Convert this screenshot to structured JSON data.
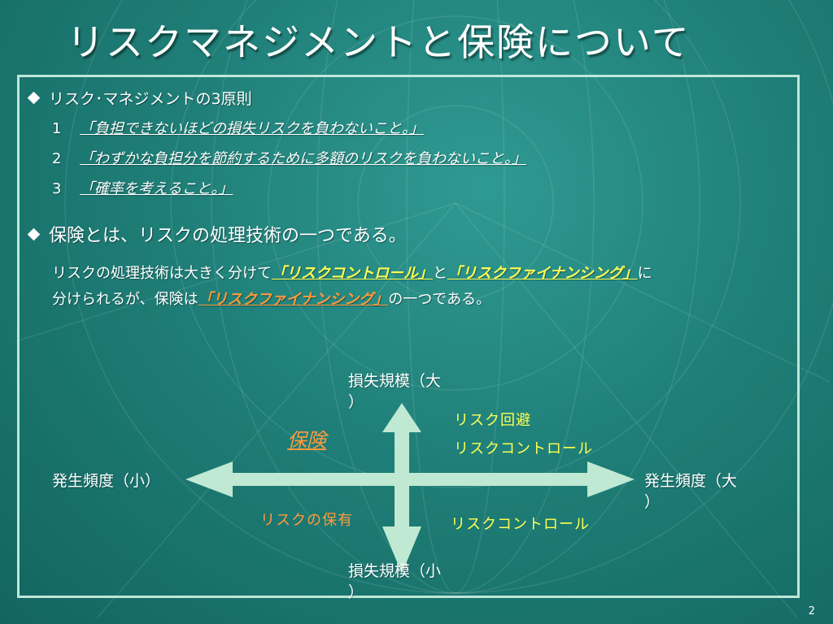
{
  "slide": {
    "title": "リスクマネジメントと保険について",
    "page_number": "2"
  },
  "section1": {
    "heading": "リスク･マネジメントの3原則",
    "principles": [
      {
        "num": "1",
        "text": "「負担できないほどの損失リスクを負わないこと。」"
      },
      {
        "num": "2",
        "text": "「わずかな負担分を節約するために多額のリスクを負わないこと。」"
      },
      {
        "num": "3",
        "text": "「確率を考えること。」"
      }
    ]
  },
  "section2": {
    "heading": "保険とは、リスクの処理技術の一つである。",
    "line1_a": "リスクの処理技術は大きく分けて",
    "line1_b": "「リスクコントロール」",
    "line1_c": "と",
    "line1_d": "「リスクファイナンシング」",
    "line1_e": "に",
    "line2_a": "分けられるが、保険は",
    "line2_b": "「リスクファイナンシング」",
    "line2_c": "の一つである。"
  },
  "diagram": {
    "top_label_1": "損失規模（大",
    "top_label_2": "）",
    "bottom_label_1": "損失規模（小",
    "bottom_label_2": "）",
    "left_label": "発生頻度（小）",
    "right_label_1": "発生頻度（大",
    "right_label_2": "）",
    "q_top_right_1": "リスク回避",
    "q_top_right_2": "リスクコントロール",
    "q_top_left": "保険",
    "q_bottom_left": "リスクの保有",
    "q_bottom_right": "リスクコントロール"
  },
  "colors": {
    "background": "#1f7f78",
    "frame": "#bfe7d8",
    "arrow": "#bfe9d2",
    "highlight_yellow": "#ffff55",
    "highlight_orange": "#ff9a3c"
  }
}
